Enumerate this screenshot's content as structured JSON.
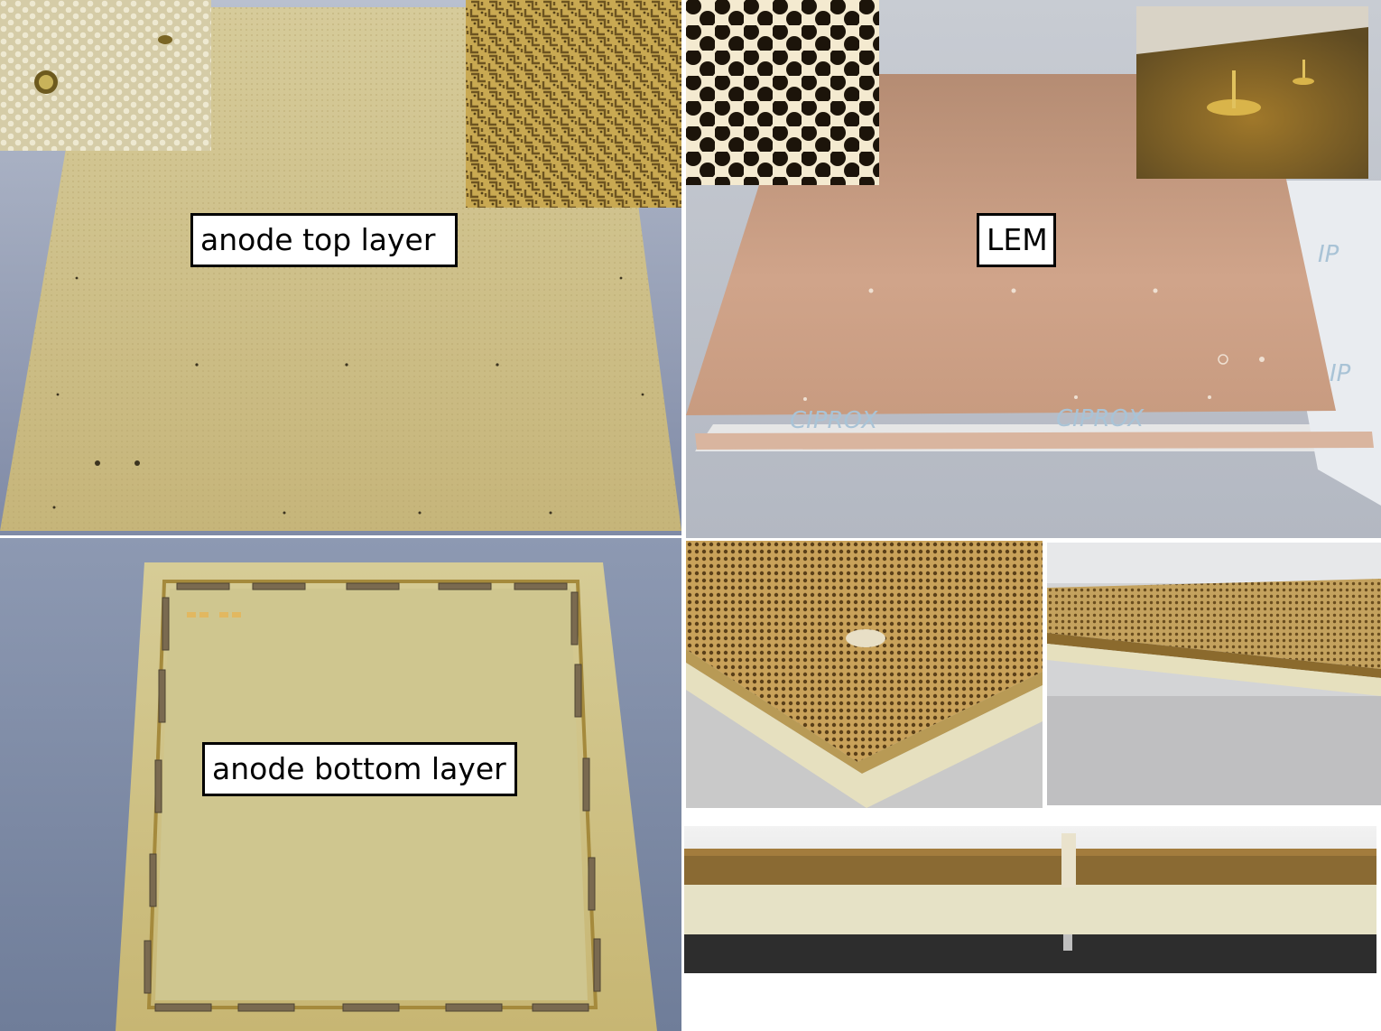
{
  "labels": {
    "anode_top": "anode top layer",
    "lem": "LEM",
    "anode_bottom": "anode bottom layer"
  },
  "watermark": {
    "ciprox": "CIPROX",
    "ip": "IP"
  },
  "colors": {
    "anode_board": "#c9b77a",
    "lem_copper": "#c79a7e",
    "background_blue": "#98a2b8",
    "label_border": "#000000",
    "label_bg": "#ffffff"
  }
}
